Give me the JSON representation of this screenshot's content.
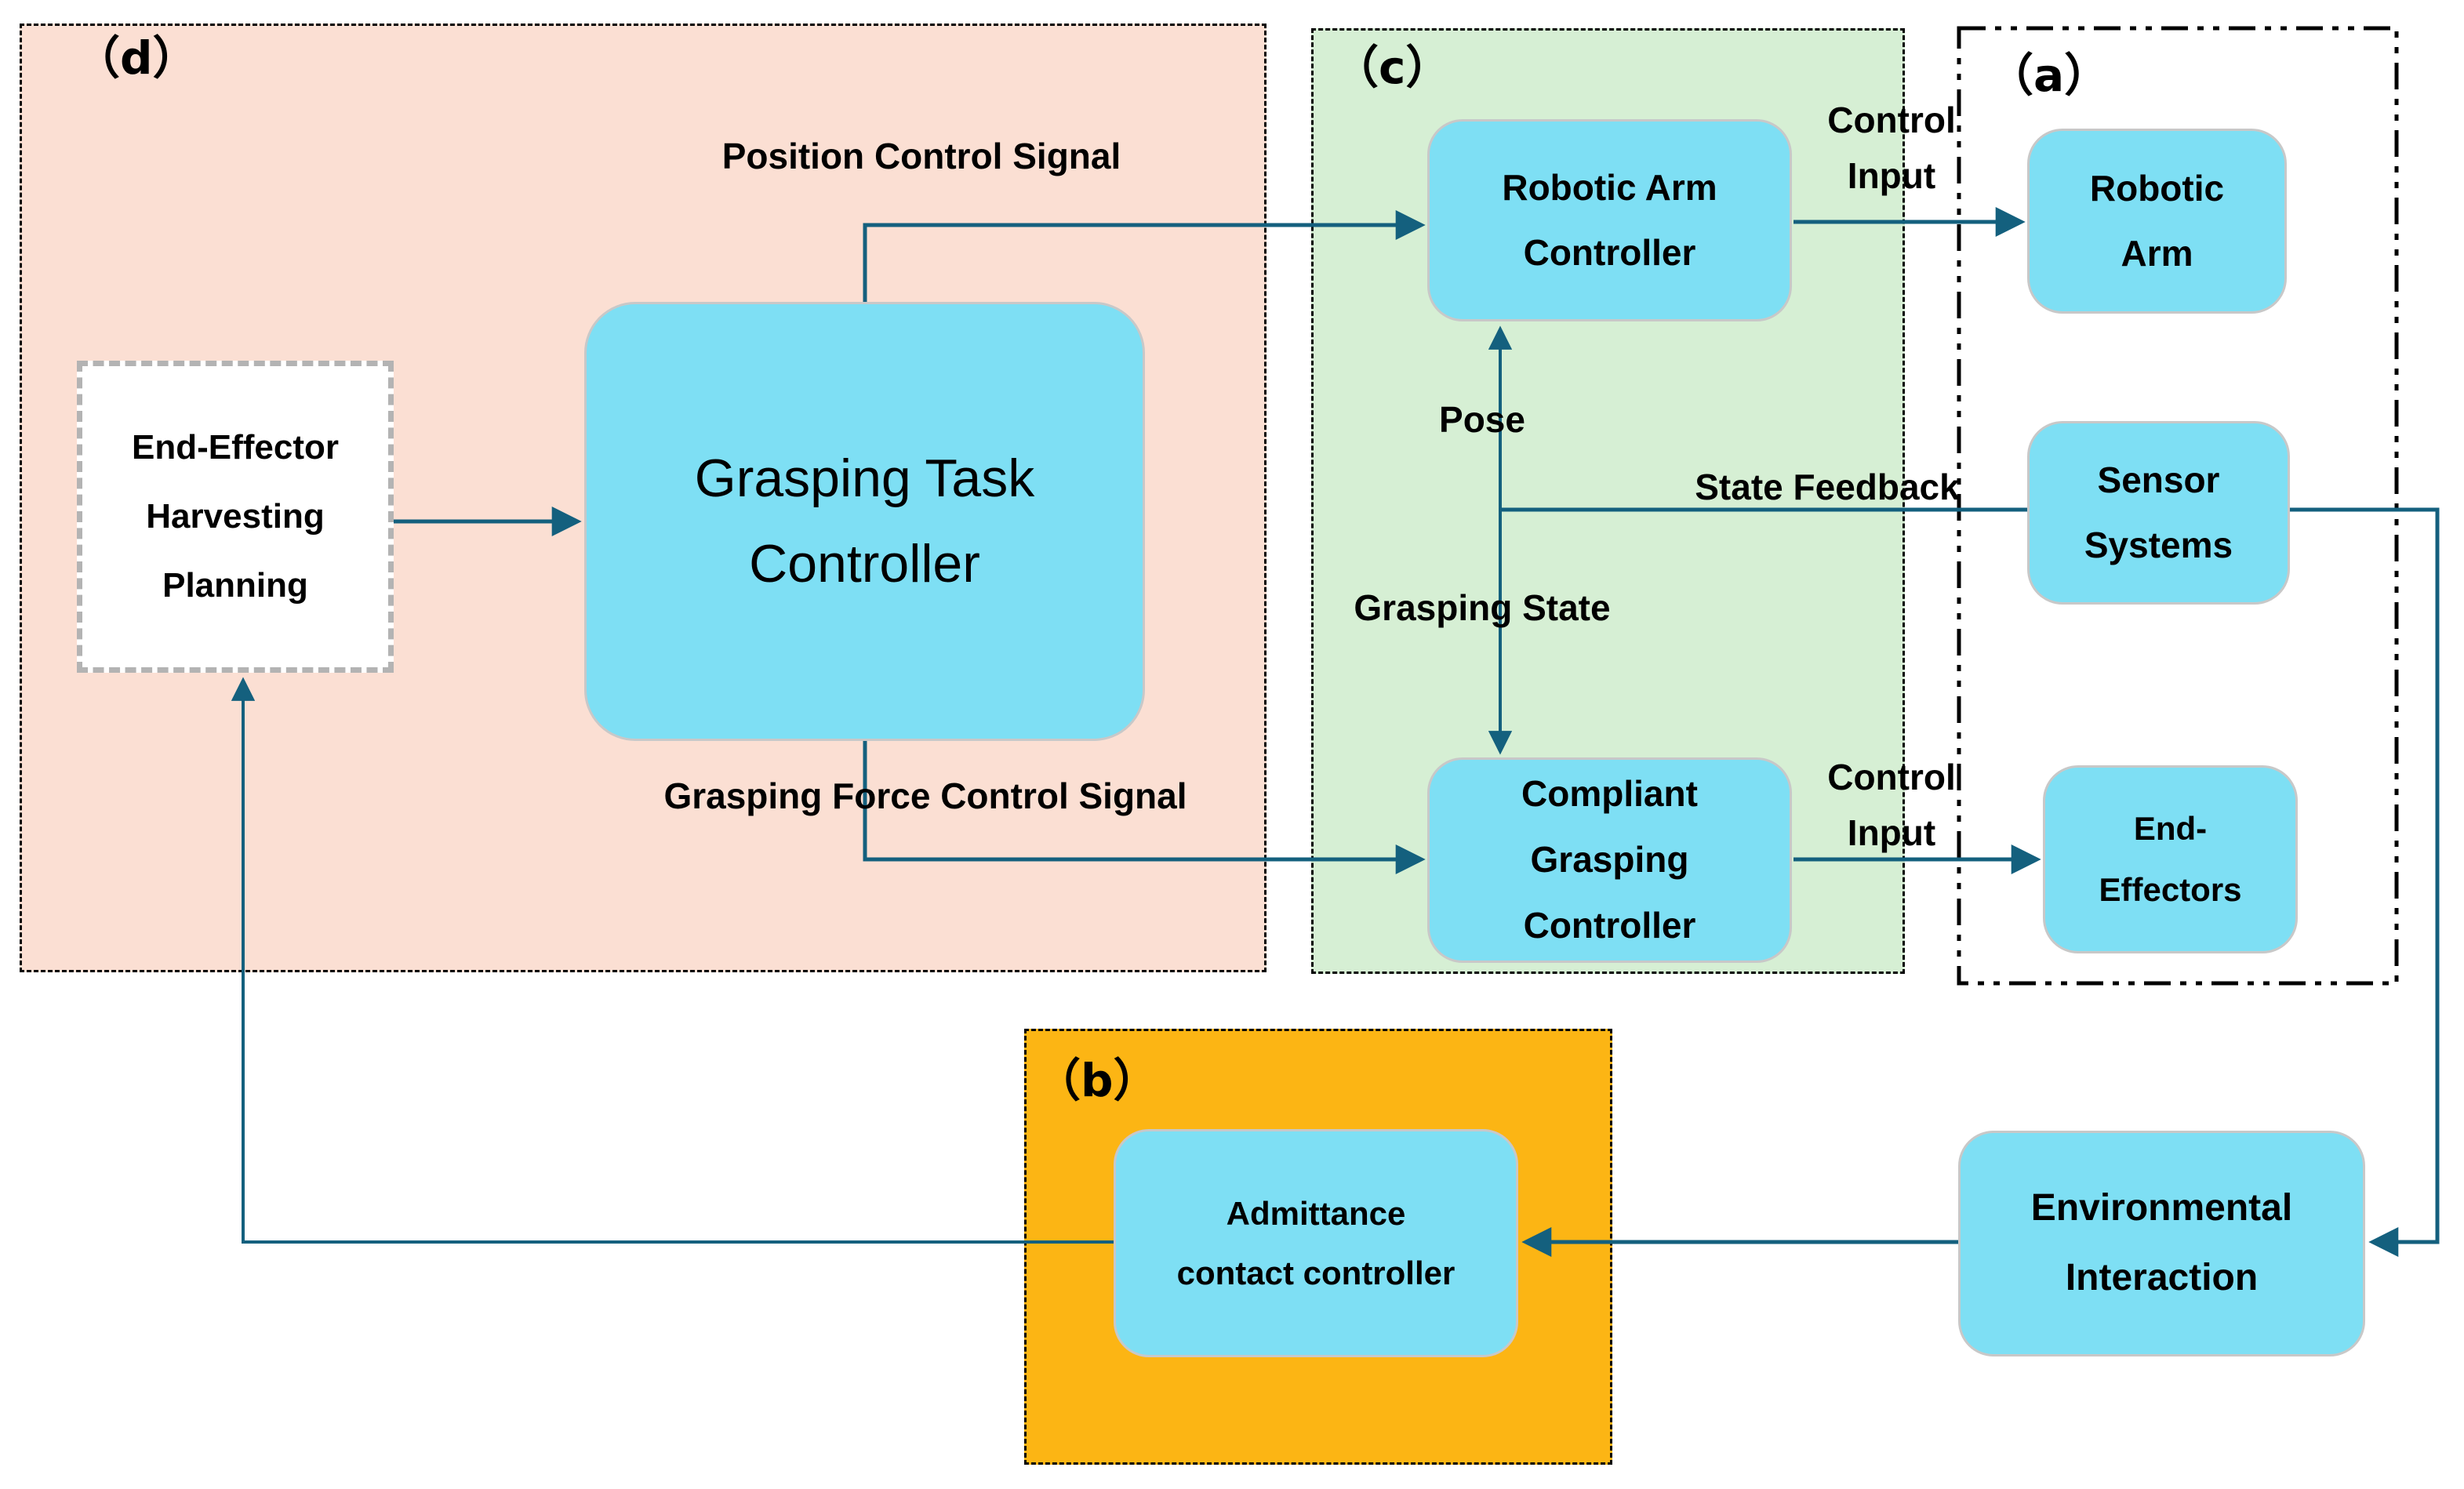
{
  "regions": {
    "d": {
      "label": "（d）"
    },
    "c": {
      "label": "（c）"
    },
    "a": {
      "label": "（a）"
    },
    "b": {
      "label": "（b）"
    }
  },
  "nodes": {
    "planning": {
      "lines": [
        "End-Effector",
        "Harvesting",
        "Planning"
      ]
    },
    "task_controller": {
      "lines": [
        "Grasping Task",
        "Controller"
      ]
    },
    "arm_controller": {
      "lines": [
        "Robotic Arm",
        "Controller"
      ]
    },
    "grasp_controller": {
      "lines": [
        "Compliant",
        "Grasping",
        "Controller"
      ]
    },
    "robotic_arm": {
      "lines": [
        "Robotic",
        "Arm"
      ]
    },
    "sensor_systems": {
      "lines": [
        "Sensor",
        "Systems"
      ]
    },
    "end_effectors": {
      "lines": [
        "End-",
        "Effectors"
      ]
    },
    "environment": {
      "lines": [
        "Environmental",
        "Interaction"
      ]
    },
    "admittance": {
      "lines": [
        "Admittance",
        "contact controller"
      ]
    }
  },
  "edges": {
    "position_signal": "Position Control Signal",
    "force_signal": "Grasping Force Control Signal",
    "control_input_top": [
      "Control",
      "Input"
    ],
    "control_input_bottom": [
      "Control",
      "Input"
    ],
    "pose": "Pose",
    "grasping_state": "Grasping State",
    "state_feedback": "State Feedback"
  },
  "colors": {
    "region_d_fill": "#fbdfd3",
    "region_c_fill": "#d6efd4",
    "region_b_fill": "#fcb514",
    "region_a_fill": "#ffffff",
    "region_border": "#000000",
    "node_fill": "#7edff4",
    "node_border": "#c8c8c8",
    "planning_border": "#b3b3b3",
    "connector": "#14607e",
    "text": "#000000"
  }
}
